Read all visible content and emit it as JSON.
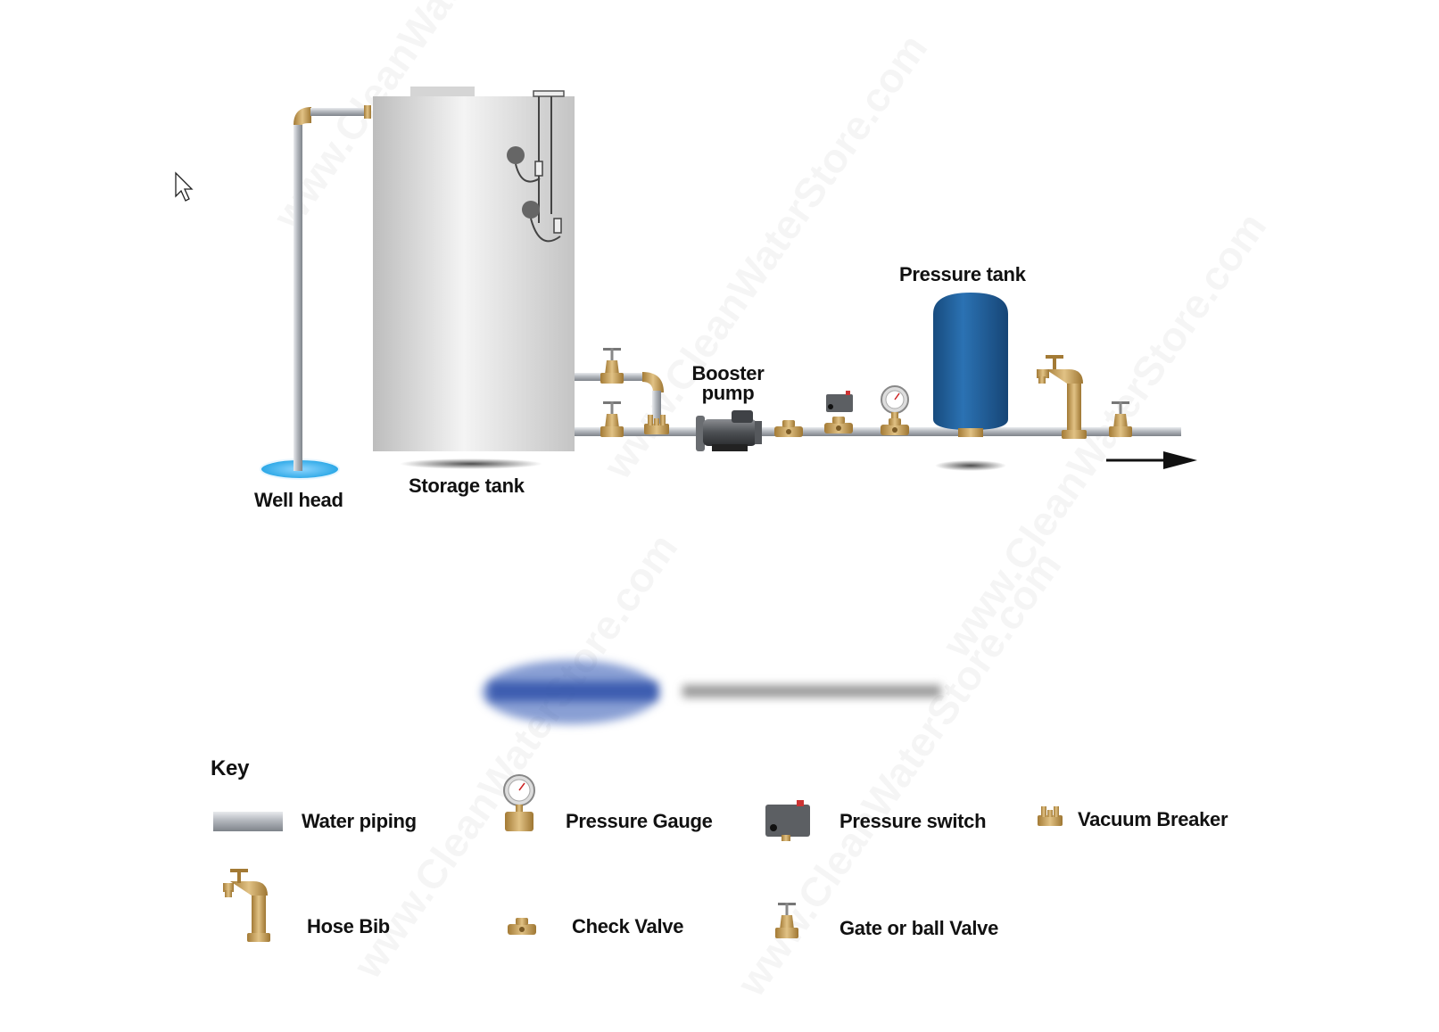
{
  "diagram": {
    "labels": {
      "well_head": "Well head",
      "storage_tank": "Storage tank",
      "booster_pump_line1": "Booster",
      "booster_pump_line2": "pump",
      "pressure_tank": "Pressure tank"
    }
  },
  "key": {
    "title": "Key",
    "items": {
      "water_piping": "Water piping",
      "pressure_gauge": "Pressure Gauge",
      "pressure_switch": "Pressure switch",
      "vacuum_breaker": "Vacuum Breaker",
      "hose_bib": "Hose Bib",
      "check_valve": "Check Valve",
      "gate_valve": "Gate or ball Valve"
    }
  },
  "colors": {
    "pipe": "#a9adb3",
    "brass": "#c8a25e",
    "pressure_tank": "#1f5f9a",
    "well_water": "#2aa7e6",
    "tank_body": "#e6e6e6"
  }
}
